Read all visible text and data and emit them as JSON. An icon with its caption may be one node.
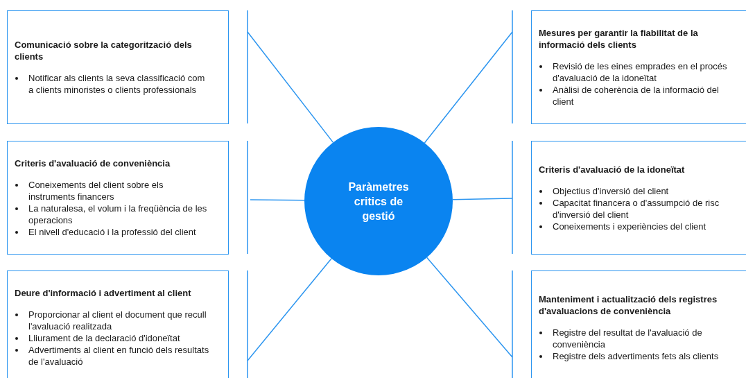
{
  "diagram": {
    "nodes": [
      {
        "text": [
          "Comunicació sobre la categorització dels clients",
          "Notificar als clients la seva classificació com a clients minoristes o clients professionals"
        ]
      },
      {
        "text": [
          "Mesures per garantir la fiabilitat de la informació dels clients",
          "Revisió de les eines emprades en el procés d'avaluació de la idoneïtat",
          "Anàlisi de coherència de la informació del client"
        ]
      },
      {
        "text": [
          "Criteris d'avaluació de conveniència",
          "Coneixements del client sobre els instruments financers",
          "La naturalesa, el volum i la freqüència de les operacions",
          "El nivell d'educació i la professió del client"
        ]
      },
      {
        "text": [
          "Paràmetres critics de gestió"
        ]
      },
      {
        "text": [
          "Criteris d'avaluació de la idoneïtat",
          "Objectius d'inversió del client",
          "Capacitat financera o d'assumpció de risc d'inversió del client",
          "Coneixements i experiències del client"
        ]
      },
      {
        "text": [
          "Deure d'informació i advertiment al client",
          "Proporcionar al client el document que recull l'avaluació realitzada",
          "Lliurament de la declaració d'idoneïtat",
          "Advertiments al client en funció dels resultats de l'avaluació"
        ]
      },
      {
        "text": [
          "Manteniment i actualització dels registres d'avaluacions de conveniència",
          "Registre del resultat de l'avaluació de conveniència",
          "Registre dels advertiments fets als clients"
        ]
      }
    ],
    "edges": [
      {
        "from": 3,
        "to": 0,
        "arrow": "none"
      },
      {
        "from": 3,
        "to": 1,
        "arrow": "none"
      },
      {
        "from": 3,
        "to": 2,
        "arrow": "none"
      },
      {
        "from": 3,
        "to": 4,
        "arrow": "none"
      },
      {
        "from": 3,
        "to": 5,
        "arrow": "none"
      },
      {
        "from": 3,
        "to": 6,
        "arrow": "none"
      }
    ]
  }
}
